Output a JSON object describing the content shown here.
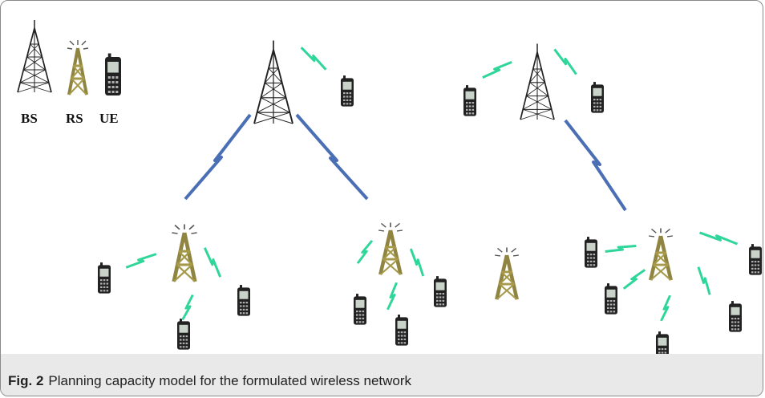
{
  "legend": {
    "bs_label": "BS",
    "rs_label": "RS",
    "ue_label": "UE"
  },
  "caption": {
    "figure_number": "Fig. 2",
    "text": "Planning capacity model for the formulated wireless network"
  },
  "colors": {
    "backhaul_link": "#4a6fb5",
    "access_link": "#2fd69a",
    "relay_tower": "#a69a4a",
    "base_station_tower": "#2a2a2a",
    "caption_background": "#e9e9e9"
  },
  "icons": [
    "base-station-tower-icon",
    "relay-station-tower-icon",
    "user-equipment-phone-icon"
  ]
}
